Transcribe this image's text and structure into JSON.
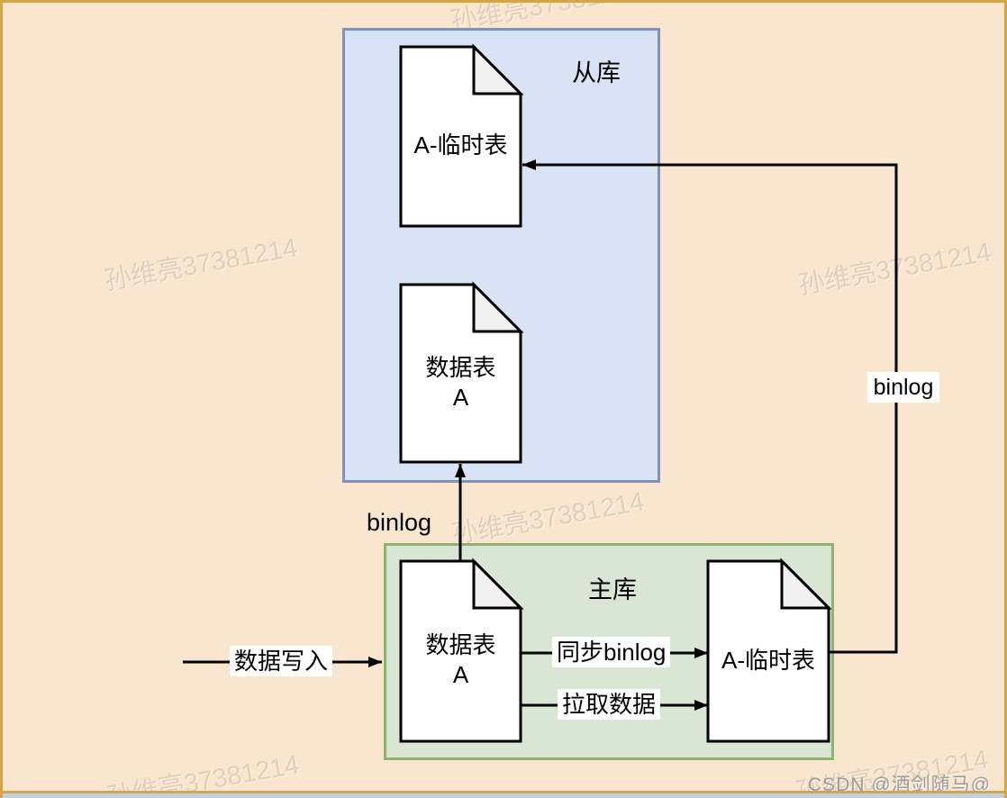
{
  "watermark": {
    "text": "孙维亮37381214"
  },
  "credit": {
    "text": "CSDN @酒剑随马@"
  },
  "slave": {
    "title": "从库",
    "temp_table_label": "A-临时表",
    "data_table_label": "数据表\nA"
  },
  "master": {
    "title": "主库",
    "data_table_label": "数据表\nA",
    "temp_table_label": "A-临时表"
  },
  "edges": {
    "write_label": "数据写入",
    "sync_binlog_label": "同步binlog",
    "pull_data_label": "拉取数据",
    "binlog_up_label": "binlog",
    "binlog_route_label": "binlog"
  },
  "colors": {
    "background": "#FAE5CF",
    "frame": "#D6A644",
    "slave_fill": "#D8E3F6",
    "slave_stroke": "#8191BD",
    "master_fill": "#D9E6D4",
    "master_stroke": "#8DB36F",
    "document_fill": "#FFFFFF",
    "document_fold_fill": "#F1F1F1",
    "line": "#000000"
  }
}
